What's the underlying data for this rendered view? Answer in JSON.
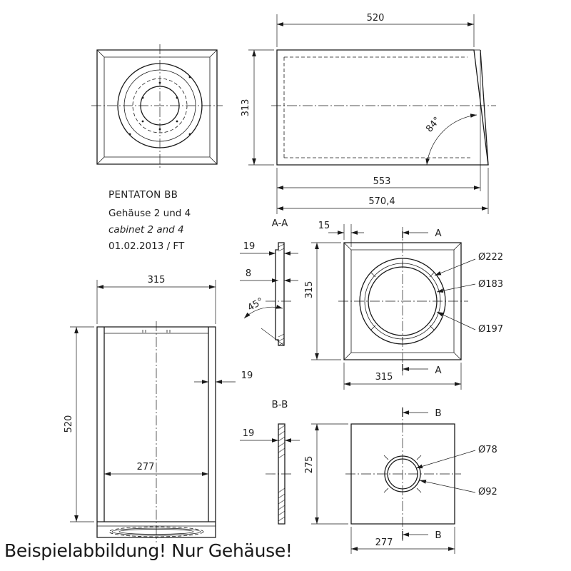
{
  "title_block": {
    "project": "PENTATON BB",
    "subtitle_de": "Gehäuse 2 und 4",
    "subtitle_en": "cabinet 2 and 4",
    "date_author": "01.02.2013 / FT"
  },
  "side_view": {
    "width": "520",
    "height": "313",
    "bottom_length": "553",
    "overall_length": "570,4",
    "angle": "84°"
  },
  "front_view": {
    "width": "315",
    "height": "520",
    "wall": "19",
    "inner_width": "277"
  },
  "section_a": {
    "label": "A-A",
    "thickness": "19",
    "recess": "8",
    "chamfer_angle": "45°",
    "height": "315",
    "width": "315",
    "border": "15",
    "cut_marker": "A",
    "dia_outer": "Ø222",
    "dia_cutout": "Ø183",
    "dia_bolt": "Ø197"
  },
  "section_b": {
    "label": "B-B",
    "thickness": "19",
    "height": "275",
    "width": "277",
    "cut_marker": "B",
    "dia_hole": "Ø78",
    "dia_outer": "Ø92"
  },
  "caption": "Beispielabbildung! Nur Gehäuse!"
}
